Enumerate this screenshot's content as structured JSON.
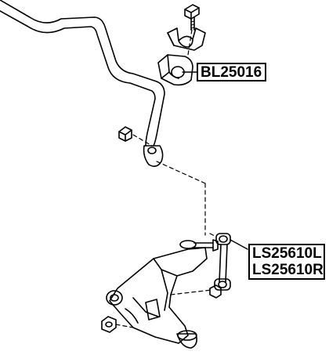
{
  "labels": {
    "bushing": "BL25016",
    "link_left": "LS25610L",
    "link_right": "LS25610R"
  },
  "colors": {
    "ink": "#000000",
    "paper": "#ffffff"
  }
}
